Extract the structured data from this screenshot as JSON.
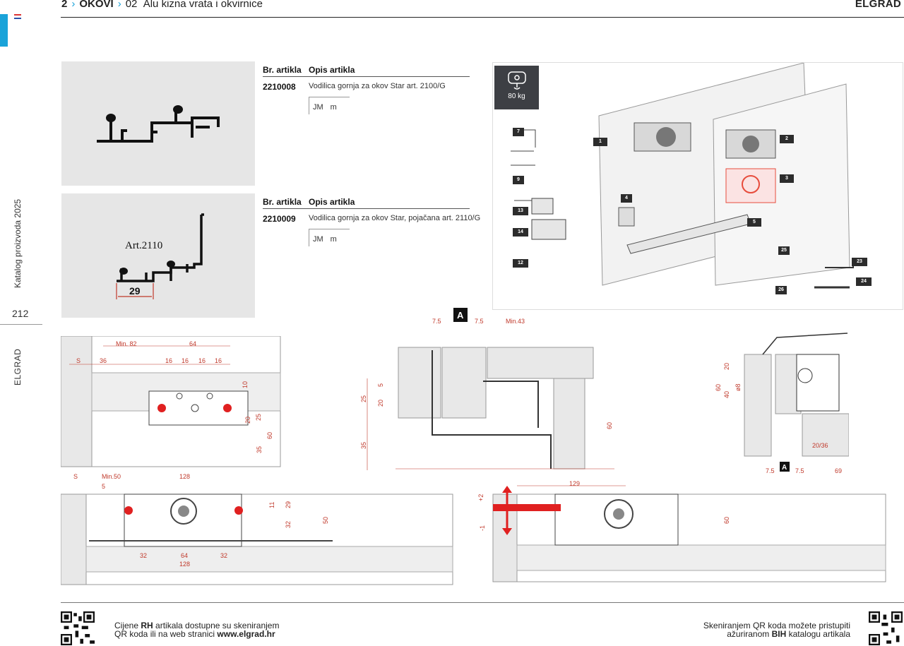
{
  "header": {
    "chapter_num": "2",
    "chapter_title": "OKOVI",
    "section_num": "02",
    "section_title": "Alu kizna vrata i okvirnice",
    "brand": "ELGRAD"
  },
  "sidebar": {
    "catalog_label": "Katalog proizvoda 2025",
    "page_number": "212",
    "brand": "ELGRAD",
    "accent_color": "#1aa3d9"
  },
  "products": [
    {
      "col_code": "Br. artikla",
      "col_desc": "Opis artikla",
      "code": "2210008",
      "description": "Vodilica gornja za okov Star art. 2100/G",
      "unit_a": "JM",
      "unit_b": "m"
    },
    {
      "col_code": "Br. artikla",
      "col_desc": "Opis artikla",
      "code": "2210009",
      "description": "Vodilica gornja za okov Star, pojačana art. 2110/G",
      "unit_a": "JM",
      "unit_b": "m",
      "image_label": "Art.2110",
      "image_dim": "29"
    }
  ],
  "exploded": {
    "load_badge": "80 kg",
    "callouts": [
      "1",
      "2",
      "3",
      "4",
      "5",
      "7",
      "9",
      "12",
      "13",
      "14",
      "23",
      "24",
      "25",
      "26"
    ]
  },
  "drawings": {
    "detail_a_marker": "A",
    "top_left": [
      "Min. 82",
      "64",
      "S",
      "36",
      "16",
      "16",
      "16",
      "16",
      "10",
      "20",
      "25",
      "35",
      "60"
    ],
    "section_a": [
      "7.5",
      "7.5",
      "Min.43",
      "5",
      "25",
      "20",
      "35",
      "60"
    ],
    "section_right": [
      "20",
      "60",
      "40",
      "ø8",
      "20/36",
      "7.5",
      "7.5",
      "69"
    ],
    "bottom_left": [
      "S",
      "Min.50",
      "5",
      "128",
      "11",
      "29",
      "32",
      "50",
      "32",
      "64",
      "32",
      "128"
    ],
    "bottom_right": [
      "129",
      "+2",
      "-1",
      "60"
    ]
  },
  "footer": {
    "left_line1_pre": "Cijene ",
    "left_line1_bold": "RH",
    "left_line1_post": " artikala dostupne su skeniranjem",
    "left_line2_pre": "QR koda ili na web stranici ",
    "left_line2_bold": "www.elgrad.hr",
    "right_line1": "Skeniranjem QR koda možete pristupiti",
    "right_line2_pre": "ažuriranom ",
    "right_line2_bold": "BIH",
    "right_line2_post": " katalogu artikala"
  }
}
